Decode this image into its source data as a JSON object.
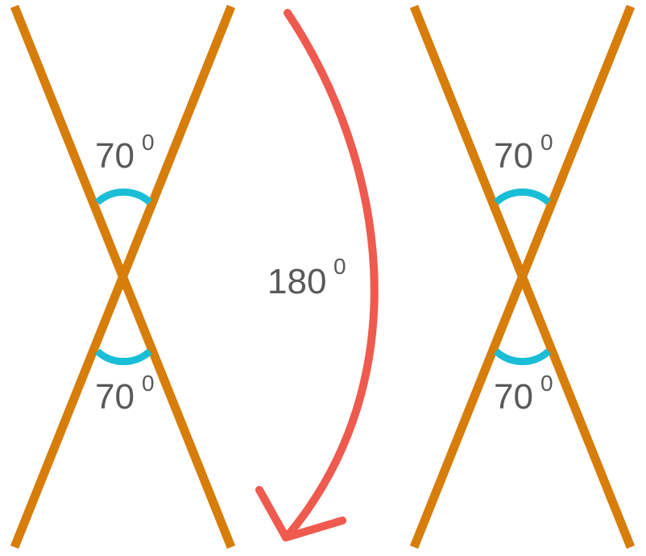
{
  "colors": {
    "lines": "#d67d0a",
    "angle_arcs": "#19bed6",
    "rotation_arrow": "#ef5a4f",
    "label_text": "#595959",
    "background": "#ffffff"
  },
  "left_figure": {
    "top_angle": {
      "value": "70",
      "degree_mark": "0"
    },
    "bottom_angle": {
      "value": "70",
      "degree_mark": "0"
    }
  },
  "rotation": {
    "value": "180",
    "degree_mark": "0"
  },
  "right_figure": {
    "top_angle": {
      "value": "70",
      "degree_mark": "0"
    },
    "bottom_angle": {
      "value": "70",
      "degree_mark": "0"
    }
  }
}
